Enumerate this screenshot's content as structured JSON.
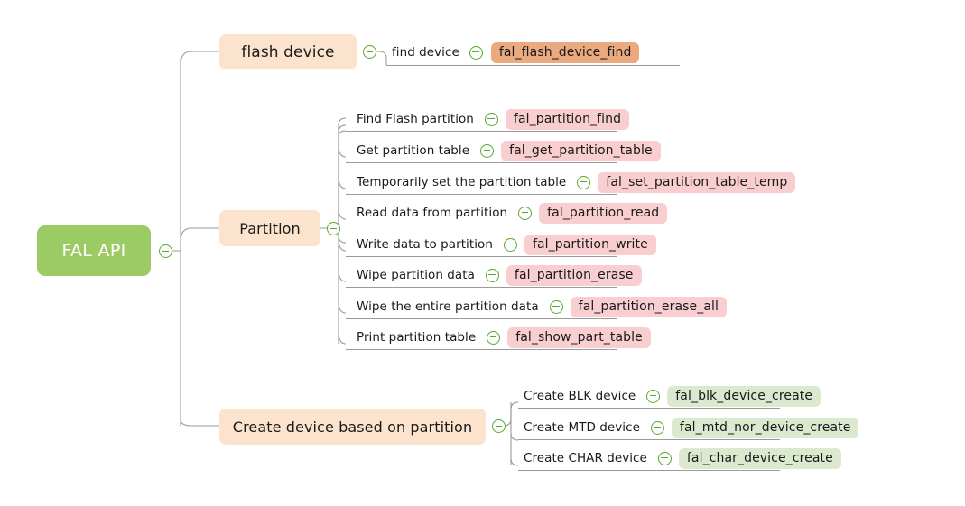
{
  "diagram": {
    "type": "mindmap",
    "title": "FAL API",
    "background": "#ffffff",
    "colors": {
      "root_fill": "#9cca65",
      "root_text": "#ffffff",
      "branch_fill": "#fbe3cd",
      "tag_orange": "#eba97f",
      "tag_pink": "#f9ced1",
      "tag_green": "#dbe9cf",
      "connector": "#9a9a9a",
      "toggle_stroke": "#5aa832"
    },
    "toggle_icon": "collapse-minus-icon"
  },
  "root": {
    "label": "FAL API"
  },
  "branches": [
    {
      "label": "flash device",
      "tag_style": "orange",
      "children": [
        {
          "label": "find device",
          "tag": "fal_flash_device_find"
        }
      ]
    },
    {
      "label": "Partition",
      "tag_style": "pink",
      "children": [
        {
          "label": "Find Flash partition",
          "tag": "fal_partition_find"
        },
        {
          "label": "Get partition table",
          "tag": "fal_get_partition_table"
        },
        {
          "label": "Temporarily set the partition table",
          "tag": "fal_set_partition_table_temp"
        },
        {
          "label": "Read data from partition",
          "tag": "fal_partition_read"
        },
        {
          "label": "Write data to partition",
          "tag": "fal_partition_write"
        },
        {
          "label": "Wipe partition data",
          "tag": "fal_partition_erase"
        },
        {
          "label": "Wipe the entire partition data",
          "tag": "fal_partition_erase_all"
        },
        {
          "label": "Print partition table",
          "tag": "fal_show_part_table"
        }
      ]
    },
    {
      "label": "Create device based on partition",
      "tag_style": "green",
      "children": [
        {
          "label": "Create BLK device",
          "tag": "fal_blk_device_create"
        },
        {
          "label": "Create MTD device",
          "tag": "fal_mtd_nor_device_create"
        },
        {
          "label": "Create CHAR device",
          "tag": "fal_char_device_create"
        }
      ]
    }
  ]
}
